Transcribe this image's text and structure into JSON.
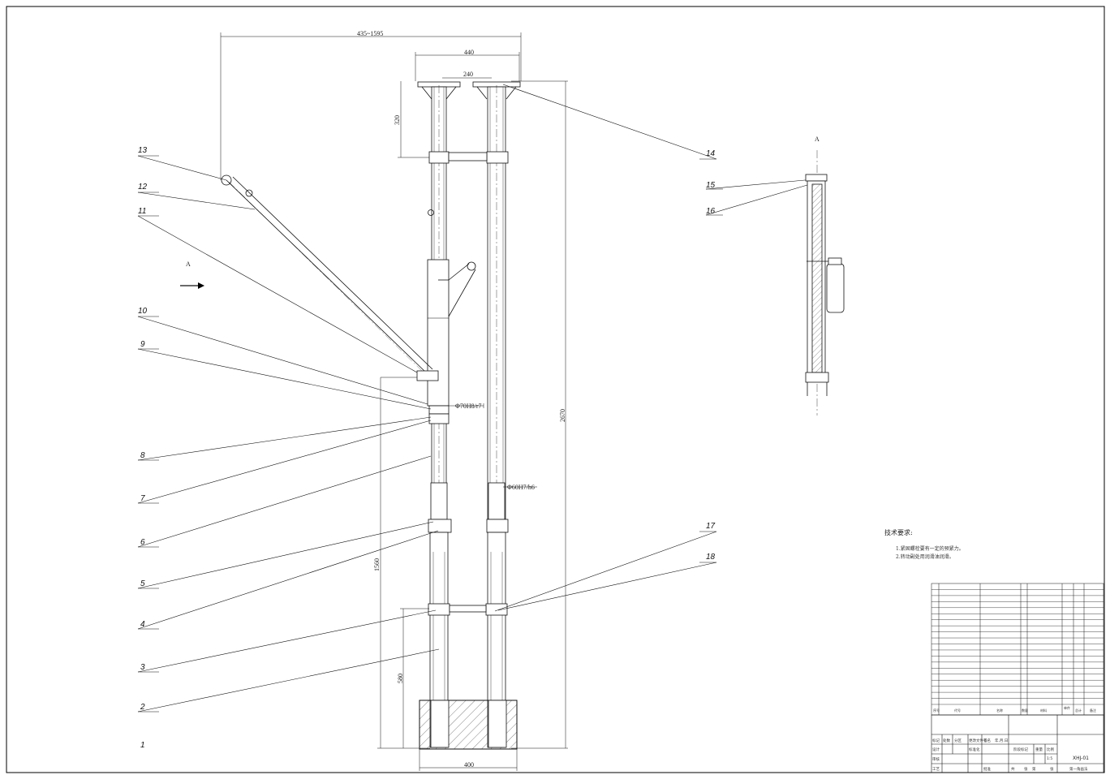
{
  "view_label": "A",
  "side_view_label": "A",
  "dimensions": {
    "overall_reach": "435~1595",
    "top_width": "440",
    "post_spacing": "240",
    "top_arm_drop": "320",
    "total_height": "2670",
    "lower_height": "1560",
    "base_height": "580",
    "base_width": "400",
    "fit_upper": "Φ70H8/r7",
    "fit_lower": "Φ60H7/h6"
  },
  "part_labels": [
    "1",
    "2",
    "3",
    "4",
    "5",
    "6",
    "7",
    "8",
    "9",
    "10",
    "11",
    "12",
    "13",
    "14",
    "15",
    "16",
    "17",
    "18"
  ],
  "tech_requirements": {
    "title": "技术要求:",
    "items": [
      "1.紧固螺栓要有一定的预紧力。",
      "2.转动副处用润滑油润滑。"
    ]
  },
  "title_block": {
    "drawing_no": "XHJ-01",
    "header_cells": [
      "序号",
      "代号",
      "名称",
      "数量",
      "材料",
      "单件",
      "总计",
      "备注"
    ],
    "general_cells": [
      "标记",
      "处数",
      "分区",
      "更改文件号",
      "签名",
      "年.月.日",
      "设计",
      "标准化",
      "阶段标记",
      "重量",
      "比例",
      "审核",
      "工艺",
      "批准",
      "共",
      "张",
      "第",
      "张",
      "1:5",
      "第一角画法"
    ]
  }
}
